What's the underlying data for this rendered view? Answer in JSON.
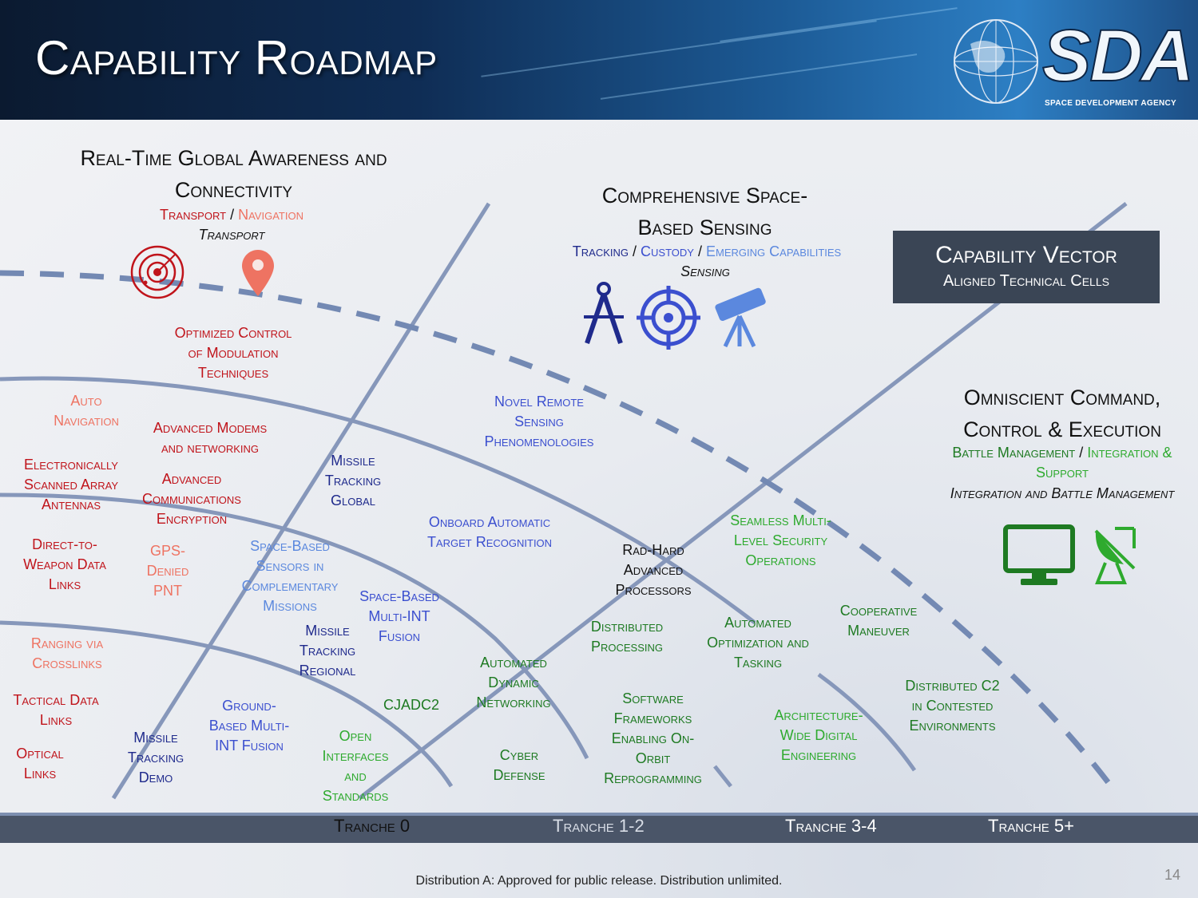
{
  "header": {
    "title": "Capability Roadmap",
    "logo_text": "SDA",
    "logo_sub": "SPACE DEVELOPMENT AGENCY"
  },
  "sections": {
    "transport": {
      "title_line1": "Real-Time Global Awareness and",
      "title_line2": "Connectivity",
      "sub_a": "Transport",
      "sep": "/",
      "sub_b": "Navigation",
      "cell": "Transport"
    },
    "sensing": {
      "title_line1": "Comprehensive Space-",
      "title_line2": "Based Sensing",
      "sub_a": "Tracking",
      "sep1": "/",
      "sub_b": "Custody",
      "sep2": "/",
      "sub_c": "Emerging Capabilities",
      "cell": "Sensing"
    },
    "command": {
      "title_line1": "Omniscient Command,",
      "title_line2": "Control & Execution",
      "sub_a": "Battle Management",
      "sep": "/",
      "sub_b_line1": "Integration &",
      "sub_b_line2": "Support",
      "cell": "Integration and Battle Management"
    }
  },
  "vector_box": {
    "title": "Capability Vector",
    "subtitle": "Aligned Technical Cells"
  },
  "items": {
    "optimized": [
      "Optimized Control",
      "of Modulation",
      "Techniques"
    ],
    "auto_nav": [
      "Auto",
      "Navigation"
    ],
    "adv_modems": [
      "Advanced Modems",
      "and networking"
    ],
    "esa": [
      "Electronically",
      "Scanned Array",
      "Antennas"
    ],
    "adv_comm": [
      "Advanced",
      "Communications",
      "Encryption"
    ],
    "missile_global": [
      "Missile",
      "Tracking",
      "Global"
    ],
    "novel": [
      "Novel Remote",
      "Sensing",
      "Phenomenologies"
    ],
    "onboard": [
      "Onboard Automatic",
      "Target Recognition"
    ],
    "dtw": [
      "Direct-to-",
      "Weapon Data",
      "Links"
    ],
    "gps": [
      "GPS-",
      "Denied",
      "PNT"
    ],
    "sbs": [
      "Space-Based",
      "Sensors in",
      "Complementary",
      "Missions"
    ],
    "sb_multi": [
      "Space-Based",
      "Multi-INT",
      "Fusion"
    ],
    "radhard": [
      "Rad-Hard",
      "Advanced",
      "Processors"
    ],
    "seamless": [
      "Seamless Multi-",
      "Level Security",
      "Operations"
    ],
    "ranging": [
      "Ranging via",
      "Crosslinks"
    ],
    "missile_regional": [
      "Missile",
      "Tracking",
      "Regional"
    ],
    "distributed": [
      "Distributed",
      "Processing"
    ],
    "auto_opt": [
      "Automated",
      "Optimization and",
      "Tasking"
    ],
    "coop": [
      "Cooperative",
      "Maneuver"
    ],
    "auto_dyn": [
      "Automated",
      "Dynamic",
      "Networking"
    ],
    "tactical": [
      "Tactical Data",
      "Links"
    ],
    "ground": [
      "Ground-",
      "Based Multi-",
      "INT Fusion"
    ],
    "cjadc2": [
      "CJADC2"
    ],
    "software": [
      "Software",
      "Frameworks",
      "Enabling On-",
      "Orbit",
      "Reprogramming"
    ],
    "dist_c2": [
      "Distributed C2",
      "in Contested",
      "Environments"
    ],
    "arch": [
      "Architecture-",
      "Wide Digital",
      "Engineering"
    ],
    "missile_demo": [
      "Missile",
      "Tracking",
      "Demo"
    ],
    "open": [
      "Open",
      "Interfaces",
      "and",
      "Standards"
    ],
    "cyber": [
      "Cyber",
      "Defense"
    ],
    "optical": [
      "Optical",
      "Links"
    ]
  },
  "tranches": [
    "Tranche 0",
    "Tranche 1-2",
    "Tranche 3-4",
    "Tranche 5+"
  ],
  "footer": "Distribution A: Approved for public release. Distribution unlimited.",
  "page_number": "14",
  "colors": {
    "red": "#c0141b",
    "salmon": "#ee7362",
    "navy": "#1f2a8c",
    "blue": "#3b4fcf",
    "light_blue": "#5b88de",
    "dark_green": "#1e7a22",
    "green": "#2eaa2e",
    "lines": "#8697ba",
    "header": "#0f2d55"
  },
  "icons": [
    "radar-icon",
    "location-pin-icon",
    "compass-icon",
    "crosshair-icon",
    "telescope-icon",
    "monitor-icon",
    "satellite-dish-icon"
  ]
}
